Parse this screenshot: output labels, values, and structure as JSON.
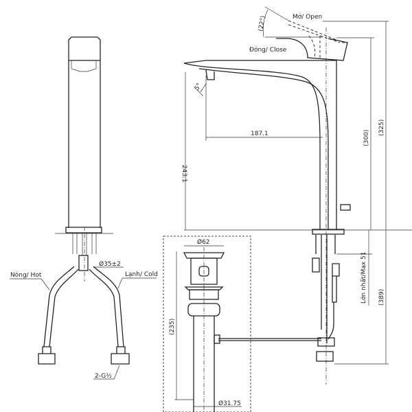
{
  "drawing": {
    "side_view": {
      "open_label": "Mở/ Open",
      "close_label": "Đóng/ Close",
      "handle_angle": "(22°)",
      "spout_angle": "5°",
      "spout_reach": "187.1",
      "spout_height": "243.1",
      "height_300": "(300)",
      "height_325": "(325)",
      "max_thickness": "Lớn nhất/Max 51",
      "below_counter": "(389)"
    },
    "front_view": {
      "hot_label": "Nóng/ Hot",
      "cold_label": "Lạnh/ Cold",
      "hole_diameter": "Ø35±2",
      "connection": "2-G½"
    },
    "drain": {
      "top_diameter": "Ø62",
      "length": "(235)",
      "pipe_diameter": "Ø31.75"
    }
  }
}
